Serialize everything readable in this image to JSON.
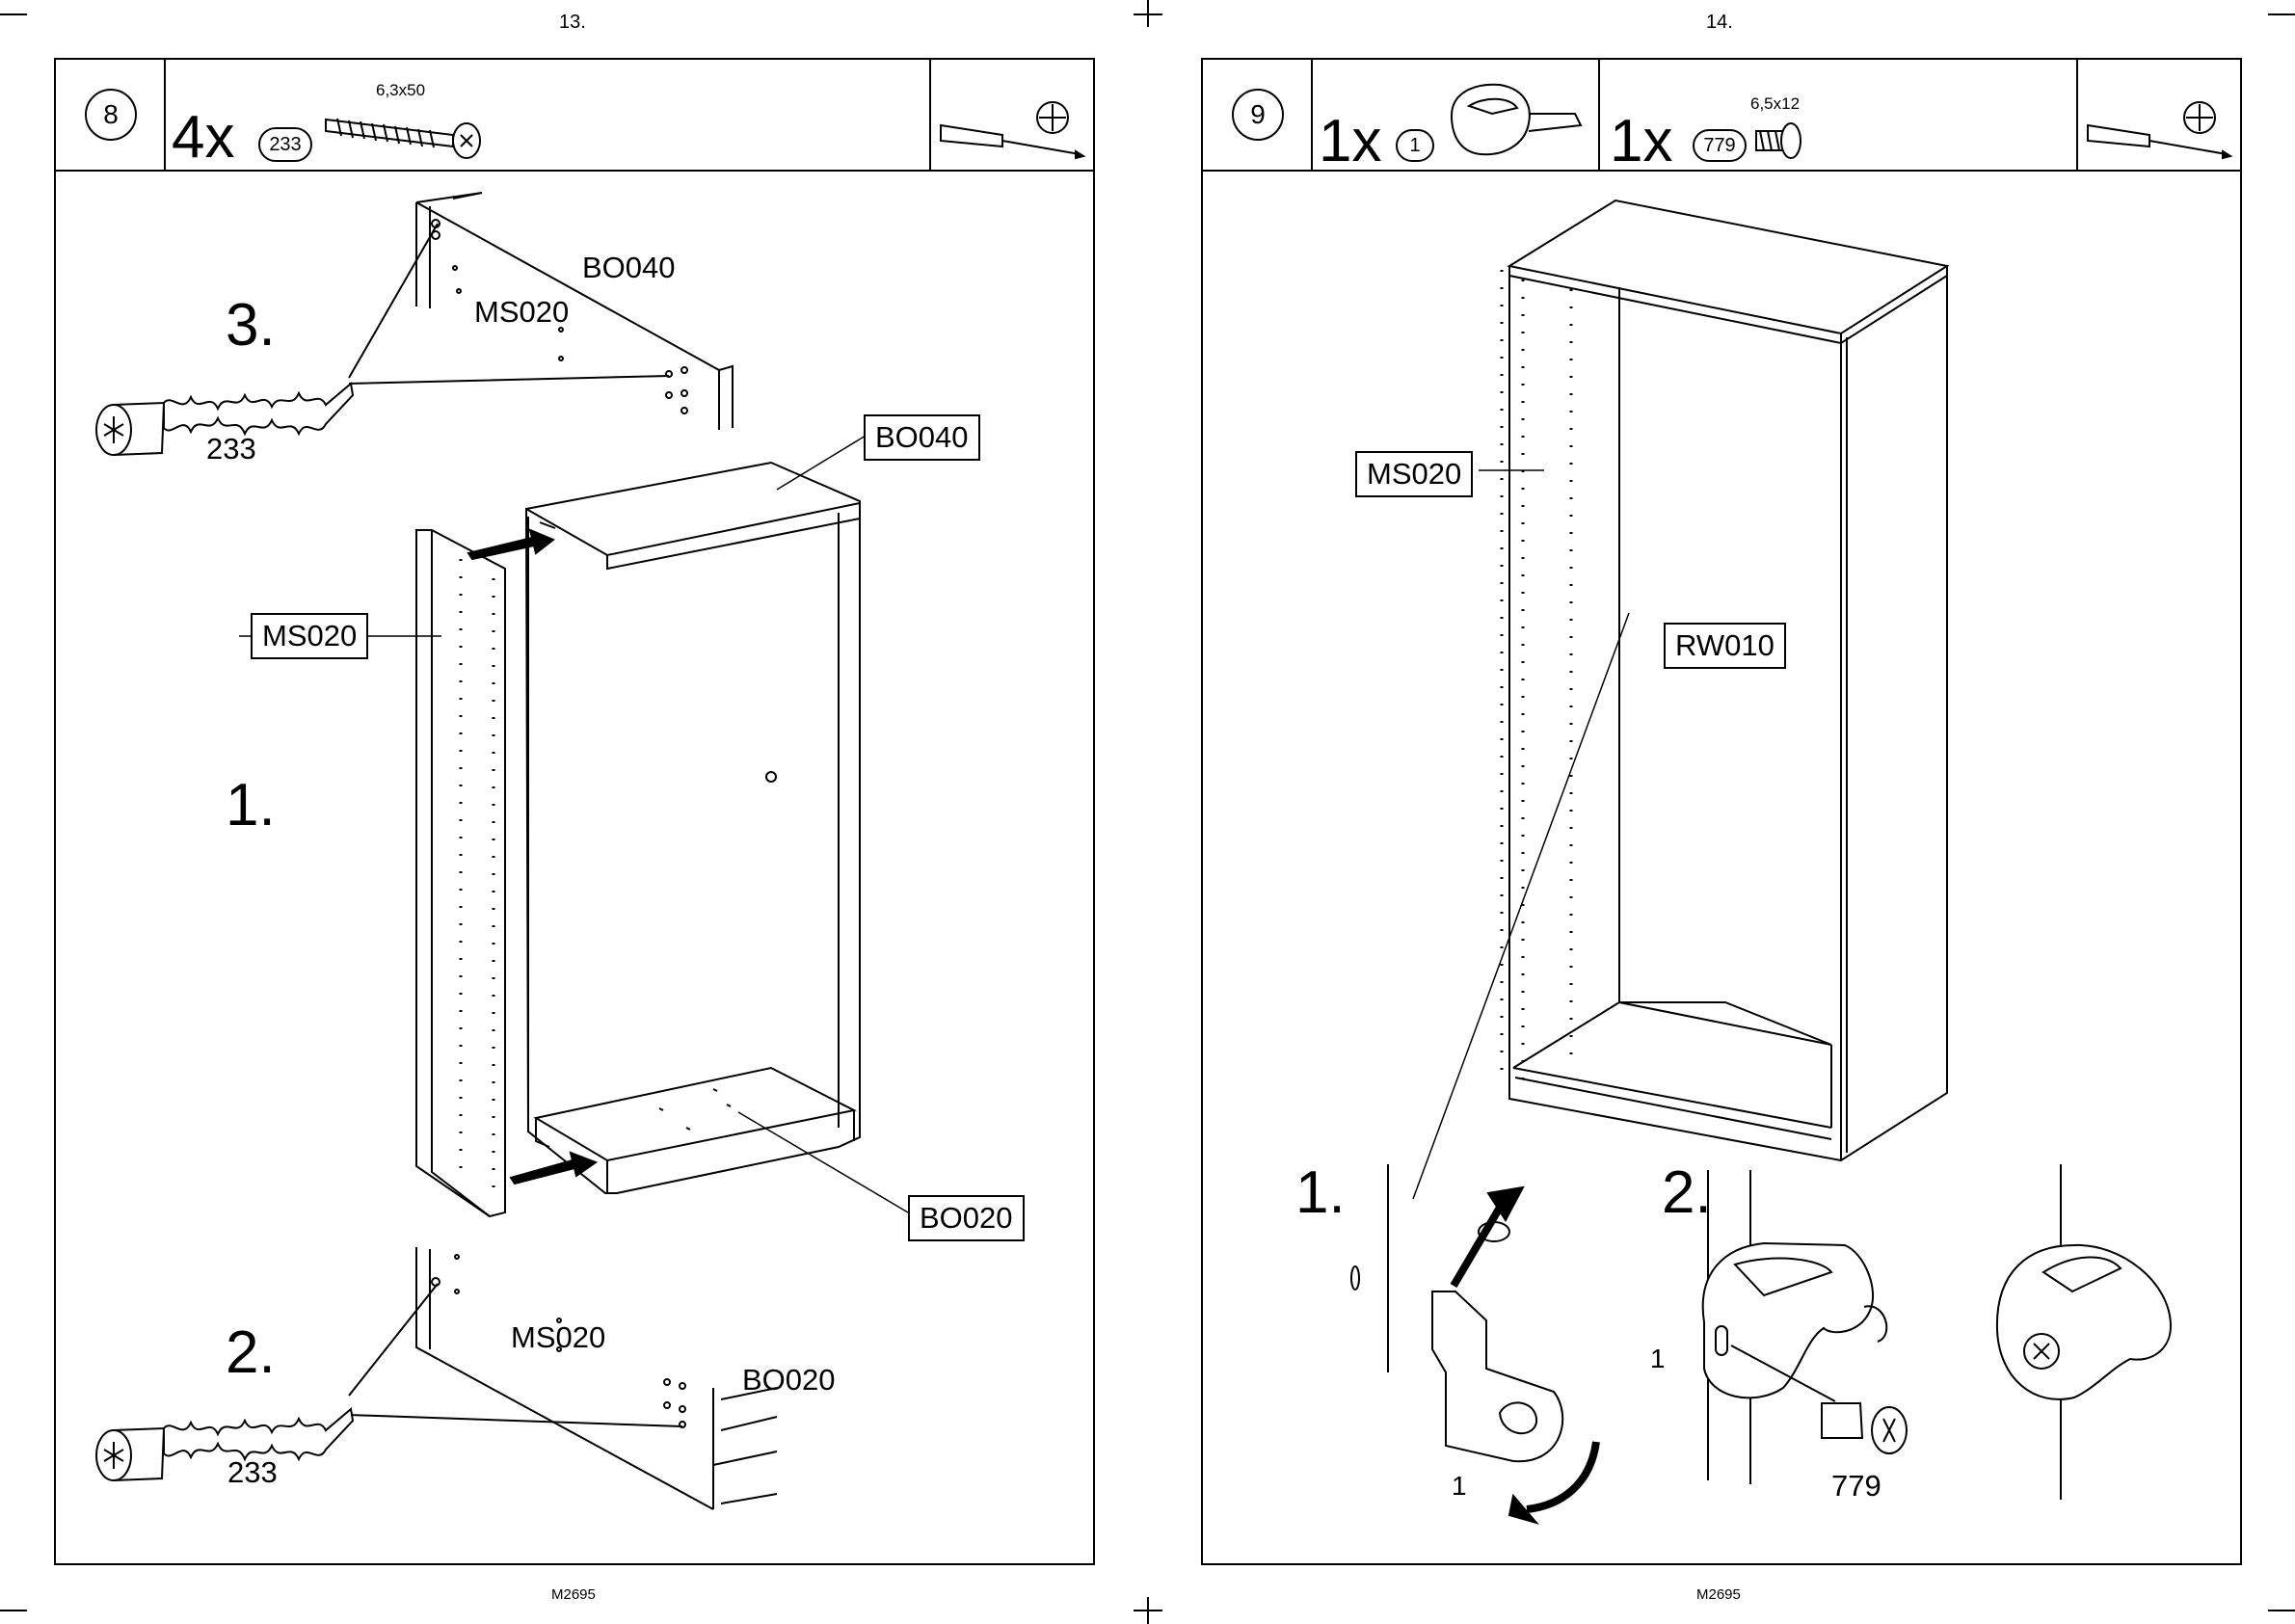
{
  "pages": [
    {
      "number": "13.",
      "footer": "M2695",
      "step": "8",
      "parts": [
        {
          "qty": "4x",
          "part_id": "233",
          "spec": "6,3x50"
        }
      ],
      "tools": [
        "screwdriver-icon",
        "phillips-head-icon"
      ],
      "substeps": [
        "3.",
        "1.",
        "2."
      ],
      "labels": {
        "bo040_top": "BO040",
        "ms020_top": "MS020",
        "screw_top": "233",
        "bo040_box": "BO040",
        "ms020_box": "MS020",
        "bo020_box": "BO020",
        "ms020_bottom": "MS020",
        "bo020_bottom": "BO020",
        "screw_bottom": "233"
      }
    },
    {
      "number": "14.",
      "footer": "M2695",
      "step": "9",
      "parts": [
        {
          "qty": "1x",
          "part_id": "1",
          "spec": ""
        },
        {
          "qty": "1x",
          "part_id": "779",
          "spec": "6,5x12"
        }
      ],
      "tools": [
        "screwdriver-icon",
        "phillips-head-icon"
      ],
      "substeps": [
        "1.",
        "2."
      ],
      "labels": {
        "ms020_box": "MS020",
        "rw010_box": "RW010",
        "part1_a": "1",
        "part1_b": "1",
        "screw_779": "779"
      }
    }
  ]
}
